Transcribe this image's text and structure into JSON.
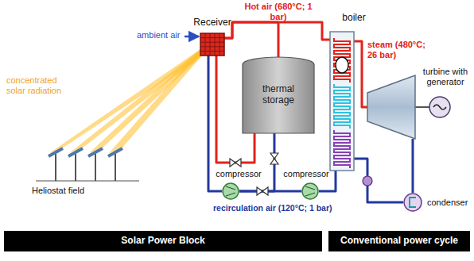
{
  "diagram": {
    "nodes": [
      {
        "text": [
          "Receiver"
        ]
      },
      {
        "text": [
          "thermal storage"
        ]
      },
      {
        "text": [
          "boiler"
        ]
      },
      {
        "text": [
          "turbine with generator"
        ]
      },
      {
        "text": [
          "condenser"
        ]
      },
      {
        "text": [
          "compressor"
        ]
      },
      {
        "text": [
          "compressor"
        ]
      },
      {
        "text": [
          "Solar Power Block"
        ]
      },
      {
        "text": [
          "Conventional power cycle"
        ]
      }
    ],
    "edges": [
      {
        "from": 0,
        "to": 2,
        "arrow": "none"
      },
      {
        "from": 0,
        "to": 1,
        "arrow": "none"
      },
      {
        "from": 2,
        "to": 3,
        "arrow": "none"
      },
      {
        "from": 3,
        "to": 4,
        "arrow": "none"
      },
      {
        "from": 4,
        "to": 2,
        "arrow": "none"
      },
      {
        "from": 2,
        "to": 6,
        "arrow": "none"
      },
      {
        "from": 6,
        "to": 5,
        "arrow": "none"
      },
      {
        "from": 1,
        "to": 5,
        "arrow": "none"
      },
      {
        "from": 5,
        "to": 0,
        "arrow": "none"
      },
      {
        "from": 0,
        "to": 1,
        "arrow": "none"
      }
    ],
    "labels": [
      "ambient air",
      "concentrated solar radiation",
      "Heliostat field",
      "Hot air (680°C; 1 bar)",
      "steam (480°C; 26 bar)",
      "recirculation air (120°C; 1 bar)"
    ]
  }
}
